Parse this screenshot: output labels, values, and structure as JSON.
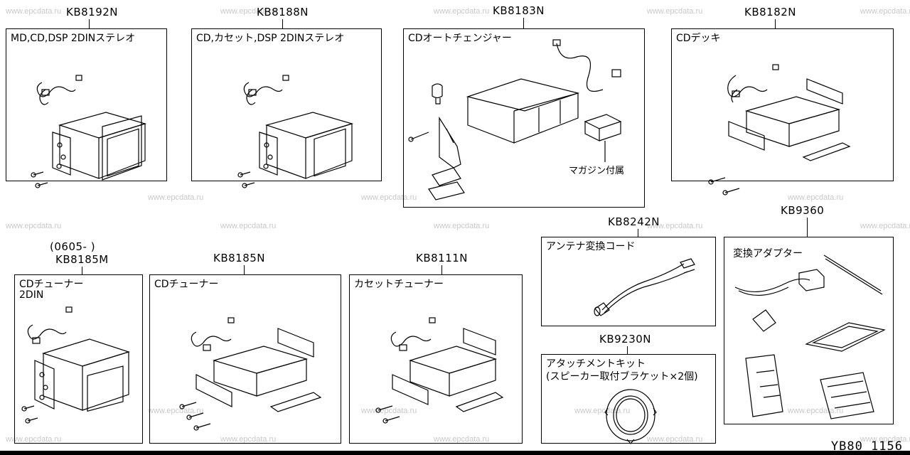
{
  "watermark": "www.epcdata.ru",
  "parts": [
    {
      "code": "KB8192N",
      "title": "MD,CD,DSP 2DINステレオ"
    },
    {
      "code": "KB8188N",
      "title": "CD,カセット,DSP 2DINステレオ"
    },
    {
      "code": "KB8183N",
      "title": "CDオートチェンジャー",
      "note": "マガジン付属"
    },
    {
      "code": "KB8182N",
      "title": "CDデッキ"
    },
    {
      "code": "KB8185M",
      "date": "(0605-   )",
      "title": "CDチューナー",
      "title2": "2DIN"
    },
    {
      "code": "KB8185N",
      "title": "CDチューナー"
    },
    {
      "code": "KB8111N",
      "title": "カセットチューナー"
    },
    {
      "code": "KB8242N",
      "title": "アンテナ変換コード"
    },
    {
      "code": "KB9230N",
      "title": "アタッチメントキット",
      "title2": "(スピーカー取付ブラケット×2個)"
    },
    {
      "code": "KB9360",
      "title": "変換アダプター"
    }
  ],
  "footer": "YB80 1156"
}
